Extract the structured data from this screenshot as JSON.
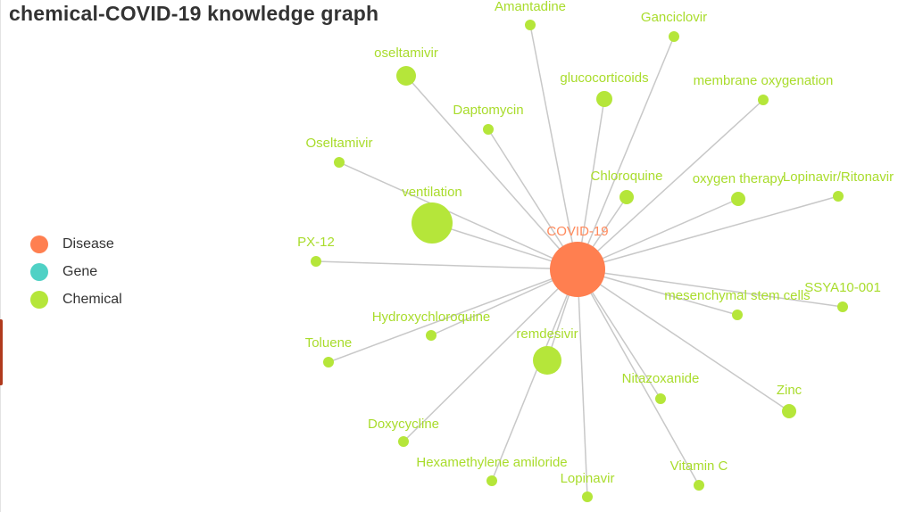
{
  "title": "chemical-COVID-19 knowledge graph",
  "legend": [
    {
      "label": "Disease",
      "color": "#ff7f50"
    },
    {
      "label": "Gene",
      "color": "#4fd1c5"
    },
    {
      "label": "Chemical",
      "color": "#b5e63a"
    }
  ],
  "colors": {
    "edge": "#c8c8c8",
    "disease": "#ff7f50",
    "chemical": "#b5e63a",
    "chemical_label": "#a9dc2c",
    "disease_label": "#ff8a5c"
  },
  "graph": {
    "center": {
      "id": "covid",
      "label": "COVID-19",
      "category": "Disease"
    },
    "nodes": [
      {
        "id": "amantadine",
        "label": "Amantadine",
        "category": "Chemical"
      },
      {
        "id": "ganciclovir",
        "label": "Ganciclovir",
        "category": "Chemical"
      },
      {
        "id": "oseltamivir-lower",
        "label": "oseltamivir",
        "category": "Chemical"
      },
      {
        "id": "glucocorticoids",
        "label": "glucocorticoids",
        "category": "Chemical"
      },
      {
        "id": "membrane-oxygenation",
        "label": "membrane oxygenation",
        "category": "Chemical"
      },
      {
        "id": "daptomycin",
        "label": "Daptomycin",
        "category": "Chemical"
      },
      {
        "id": "oseltamivir-upper",
        "label": "Oseltamivir",
        "category": "Chemical"
      },
      {
        "id": "chloroquine",
        "label": "Chloroquine",
        "category": "Chemical"
      },
      {
        "id": "oxygen-therapy",
        "label": "oxygen therapy",
        "category": "Chemical"
      },
      {
        "id": "lopinavir-ritonavir",
        "label": "Lopinavir/Ritonavir",
        "category": "Chemical"
      },
      {
        "id": "ventilation",
        "label": "ventilation",
        "category": "Chemical"
      },
      {
        "id": "px-12",
        "label": "PX-12",
        "category": "Chemical"
      },
      {
        "id": "ssya10-001",
        "label": "SSYA10-001",
        "category": "Chemical"
      },
      {
        "id": "mesenchymal-stem-cells",
        "label": "mesenchymal stem cells",
        "category": "Chemical"
      },
      {
        "id": "hydroxychloroquine",
        "label": "Hydroxychloroquine",
        "category": "Chemical"
      },
      {
        "id": "remdesivir",
        "label": "remdesivir",
        "category": "Chemical"
      },
      {
        "id": "toluene",
        "label": "Toluene",
        "category": "Chemical"
      },
      {
        "id": "nitazoxanide",
        "label": "Nitazoxanide",
        "category": "Chemical"
      },
      {
        "id": "zinc",
        "label": "Zinc",
        "category": "Chemical"
      },
      {
        "id": "doxycycline",
        "label": "Doxycycline",
        "category": "Chemical"
      },
      {
        "id": "hexamethylene-amiloride",
        "label": "Hexamethylene amiloride",
        "category": "Chemical"
      },
      {
        "id": "vitamin-c",
        "label": "Vitamin C",
        "category": "Chemical"
      },
      {
        "id": "lopinavir",
        "label": "Lopinavir",
        "category": "Chemical"
      }
    ]
  }
}
